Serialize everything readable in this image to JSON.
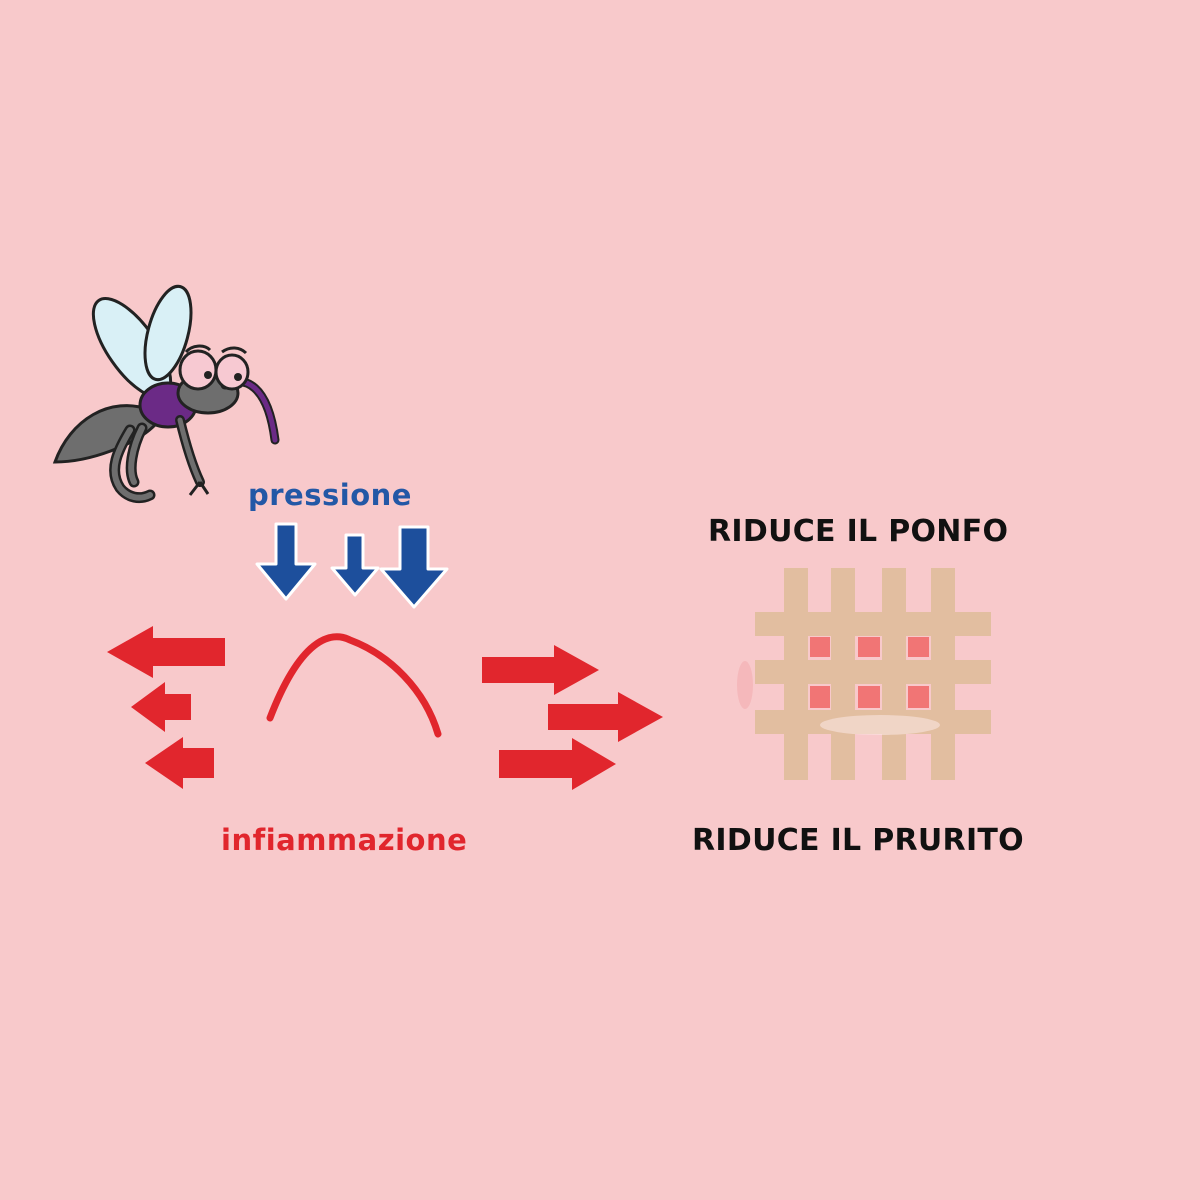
{
  "labels": {
    "pressione": "pressione",
    "infiammazione": "infiammazione",
    "riduce_ponfo": "RIDUCE IL PONFO",
    "riduce_prurito": "RIDUCE IL PRURITO"
  },
  "colors": {
    "background": "#f8c9cb",
    "pressure_blue": "#1d4f9c",
    "inflammation_red": "#e1262d",
    "tape": "#e2bea0",
    "highlight": "#f06c6c",
    "mosquito_body": "#6e6e6e",
    "mosquito_purple": "#6b2a86",
    "wing": "#d9f0f6"
  },
  "icons": {
    "mosquito": "mosquito-icon",
    "pressure_arrows": "down-arrow-icon",
    "inflammation_arrows": "horizontal-arrow-icon",
    "tape": "grid-tape-icon"
  }
}
